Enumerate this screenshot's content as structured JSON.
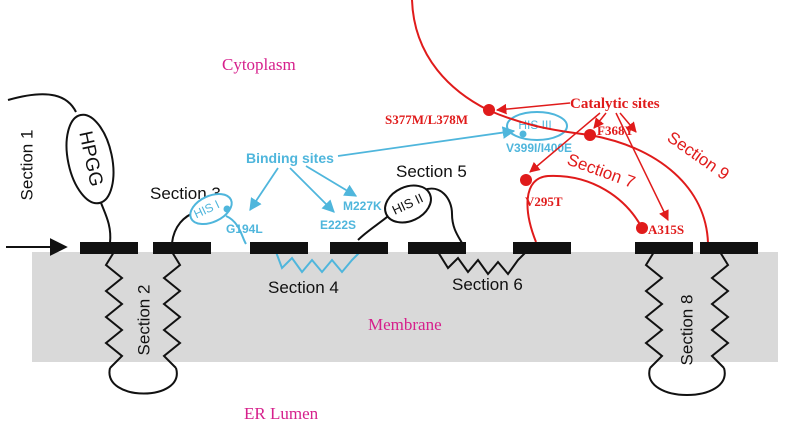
{
  "colors": {
    "black": "#111111",
    "binding": "#4fb6dc",
    "catalytic": "#e01b1b",
    "region_label": "#d6208c",
    "membrane": "#d9d9d9"
  },
  "regions": {
    "cytoplasm": "Cytoplasm",
    "membrane": "Membrane",
    "er_lumen": "ER Lumen"
  },
  "sections": {
    "s1": "Section 1",
    "s2": "Section 2",
    "s3": "Section 3",
    "s4": "Section 4",
    "s5": "Section 5",
    "s6": "Section 6",
    "s7": "Section 7",
    "s8": "Section 8",
    "s9": "Section 9"
  },
  "motifs": {
    "hpgg": "HPGG",
    "his1": "HIS I",
    "his2": "HIS II",
    "his3": "HIS III"
  },
  "binding_sites": {
    "label": "Binding sites",
    "g194l": "G194L",
    "e222s": "E222S",
    "m227k": "M227K",
    "v399i": "V399I/I400E"
  },
  "catalytic_sites": {
    "label": "Catalytic sites",
    "s377m": "S377M/L378M",
    "f368y": "F368Y",
    "v295t": "V295T",
    "a315s": "A315S"
  }
}
